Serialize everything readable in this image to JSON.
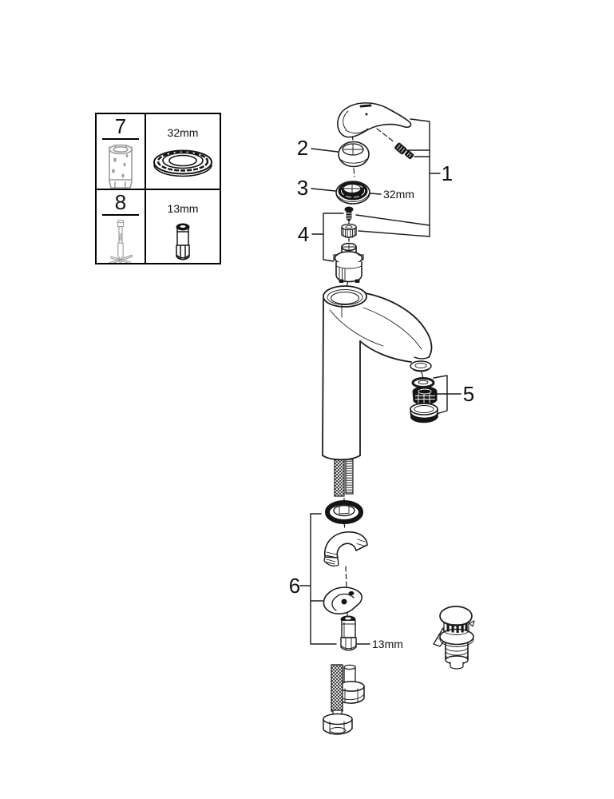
{
  "colors": {
    "background": "#ffffff",
    "line": "#1b1b1b",
    "tool_gray": "#9b9b9b"
  },
  "tools_table": {
    "rows": [
      {
        "number": "7",
        "size": "32mm"
      },
      {
        "number": "8",
        "size": "13mm"
      }
    ]
  },
  "callouts": {
    "handle_assembly": "1",
    "cap_ring": "2",
    "ring_nut": "3",
    "cartridge_set": "4",
    "aerator_set": "5",
    "mounting_set": "6"
  },
  "size_labels": {
    "ring_nut": "32mm",
    "mounting_socket": "13mm"
  }
}
